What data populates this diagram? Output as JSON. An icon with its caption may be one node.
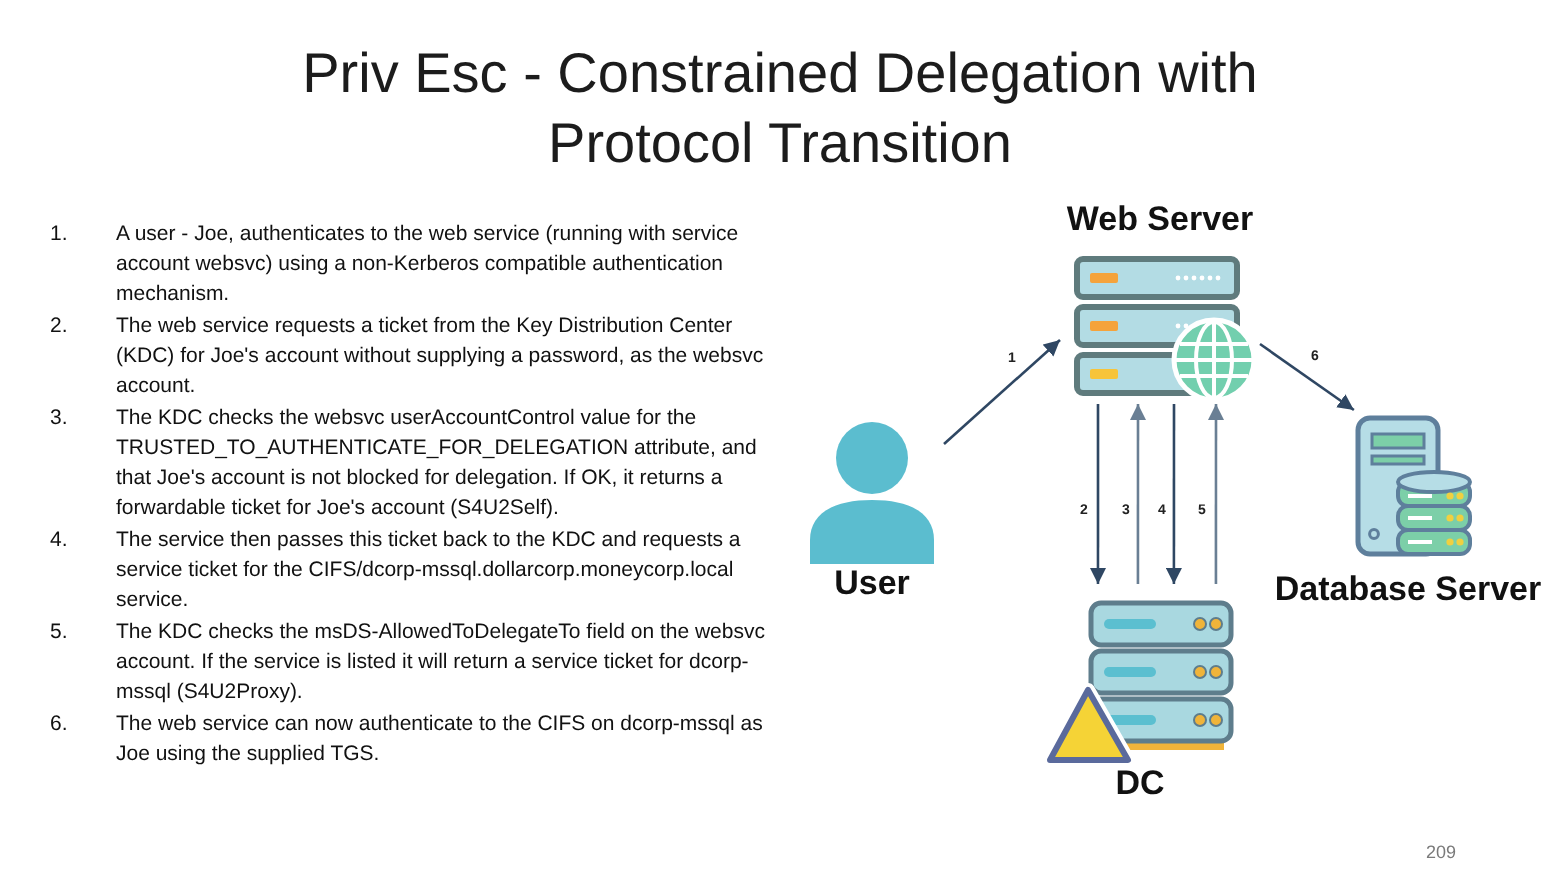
{
  "diagram": {
    "title": "Priv Esc - Constrained Delegation with Protocol Transition",
    "nodes": [
      {
        "text": [
          "Web Server"
        ]
      },
      {
        "text": [
          "User"
        ]
      },
      {
        "text": [
          "Database Server"
        ]
      },
      {
        "text": [
          "DC"
        ]
      }
    ],
    "edges": [
      {
        "from": 1,
        "to": 0,
        "arrow": "to",
        "label": "1"
      },
      {
        "from": 0,
        "to": 3,
        "arrow": "to",
        "label": "2"
      },
      {
        "from": 3,
        "to": 0,
        "arrow": "to",
        "label": "3",
        "color": "#6a7f94"
      },
      {
        "from": 0,
        "to": 3,
        "arrow": "to",
        "label": "4"
      },
      {
        "from": 3,
        "to": 0,
        "arrow": "to",
        "label": "5",
        "color": "#6a7f94"
      },
      {
        "from": 0,
        "to": 2,
        "arrow": "to",
        "label": "6"
      }
    ],
    "labels": [
      "1.",
      "A user - Joe, authenticates to the web service (running with service account websvc) using a non-Kerberos compatible authentication mechanism.",
      "2.",
      "The web service requests a ticket from the Key Distribution Center (KDC) for Joe's account without supplying a password, as the websvc account.",
      "3.",
      "The KDC checks the websvc userAccountControl value for the TRUSTED_TO_AUTHENTICATE_FOR_DELEGATION attribute, and that Joe's account is not blocked for delegation. If OK, it returns a forwardable ticket for Joe's account (S4U2Self).",
      "4.",
      "The service then passes this ticket back to the KDC and requests a service ticket for the CIFS/dcorp-mssql.dollarcorp.moneycorp.local service.",
      "5.",
      "The KDC checks the msDS-AllowedToDelegateTo field on the websvc account. If the service is listed it will return a service ticket for dcorp-mssql (S4U2Proxy).",
      "6.",
      "The web service can now authenticate to the CIFS on dcorp-mssql as Joe using the supplied TGS.",
      "209"
    ]
  }
}
